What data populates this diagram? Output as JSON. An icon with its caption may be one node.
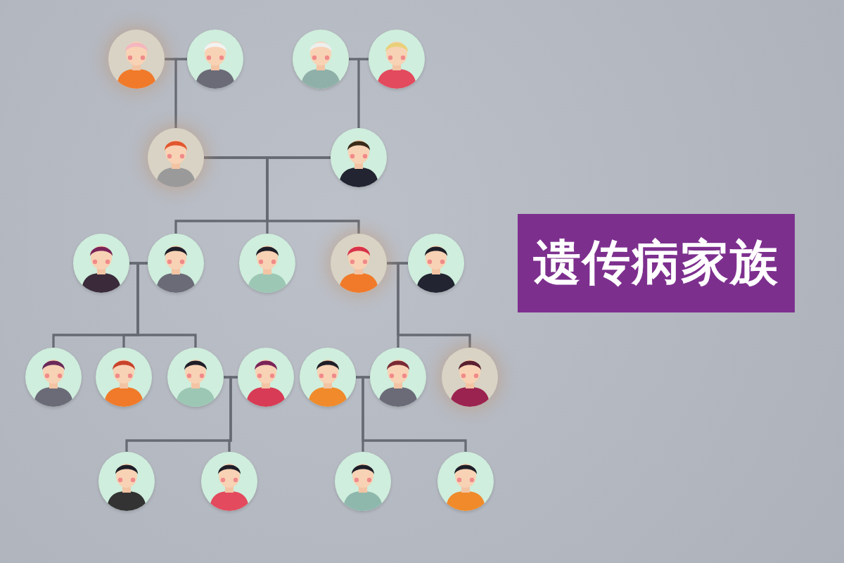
{
  "diagram": {
    "title": "遗传病家族",
    "nodes": [
      {
        "text": [],
        "shape": "person"
      },
      {
        "text": [],
        "shape": "person"
      },
      {
        "text": [],
        "shape": "person"
      },
      {
        "text": [],
        "shape": "person"
      },
      {
        "text": [],
        "shape": "person"
      },
      {
        "text": [],
        "shape": "person"
      },
      {
        "text": [],
        "shape": "person"
      },
      {
        "text": [],
        "shape": "person"
      },
      {
        "text": [],
        "shape": "person"
      },
      {
        "text": [],
        "shape": "person"
      },
      {
        "text": [],
        "shape": "person"
      },
      {
        "text": [],
        "shape": "person"
      },
      {
        "text": [],
        "shape": "person"
      },
      {
        "text": [],
        "shape": "person"
      },
      {
        "text": [],
        "shape": "person"
      },
      {
        "text": [],
        "shape": "person"
      },
      {
        "text": [],
        "shape": "person"
      },
      {
        "text": [],
        "shape": "person"
      },
      {
        "text": [],
        "shape": "person"
      },
      {
        "text": [],
        "shape": "person"
      },
      {
        "text": [],
        "shape": "person"
      },
      {
        "text": [],
        "shape": "person"
      }
    ],
    "edges": [
      {
        "from": 0,
        "to": 1,
        "arrow": "none"
      },
      {
        "from": 2,
        "to": 3,
        "arrow": "none"
      },
      {
        "from": 0,
        "to": 4,
        "arrow": "none"
      },
      {
        "from": 1,
        "to": 4,
        "arrow": "none"
      },
      {
        "from": 2,
        "to": 5,
        "arrow": "none"
      },
      {
        "from": 3,
        "to": 5,
        "arrow": "none"
      },
      {
        "from": 4,
        "to": 5,
        "arrow": "none"
      },
      {
        "from": 4,
        "to": 7,
        "arrow": "none"
      },
      {
        "from": 4,
        "to": 8,
        "arrow": "none"
      },
      {
        "from": 4,
        "to": 9,
        "arrow": "none"
      },
      {
        "from": 5,
        "to": 7,
        "arrow": "none"
      },
      {
        "from": 5,
        "to": 8,
        "arrow": "none"
      },
      {
        "from": 5,
        "to": 9,
        "arrow": "none"
      },
      {
        "from": 6,
        "to": 7,
        "arrow": "none"
      },
      {
        "from": 9,
        "to": 10,
        "arrow": "none"
      },
      {
        "from": 6,
        "to": 11,
        "arrow": "none"
      },
      {
        "from": 6,
        "to": 12,
        "arrow": "none"
      },
      {
        "from": 6,
        "to": 13,
        "arrow": "none"
      },
      {
        "from": 7,
        "to": 11,
        "arrow": "none"
      },
      {
        "from": 7,
        "to": 12,
        "arrow": "none"
      },
      {
        "from": 7,
        "to": 13,
        "arrow": "none"
      },
      {
        "from": 9,
        "to": 16,
        "arrow": "none"
      },
      {
        "from": 9,
        "to": 17,
        "arrow": "none"
      },
      {
        "from": 10,
        "to": 16,
        "arrow": "none"
      },
      {
        "from": 10,
        "to": 17,
        "arrow": "none"
      },
      {
        "from": 13,
        "to": 14,
        "arrow": "none"
      },
      {
        "from": 15,
        "to": 16,
        "arrow": "none"
      },
      {
        "from": 13,
        "to": 18,
        "arrow": "none"
      },
      {
        "from": 13,
        "to": 19,
        "arrow": "none"
      },
      {
        "from": 14,
        "to": 18,
        "arrow": "none"
      },
      {
        "from": 14,
        "to": 19,
        "arrow": "none"
      },
      {
        "from": 15,
        "to": 20,
        "arrow": "none"
      },
      {
        "from": 15,
        "to": 21,
        "arrow": "none"
      },
      {
        "from": 16,
        "to": 20,
        "arrow": "none"
      },
      {
        "from": 16,
        "to": 21,
        "arrow": "none"
      }
    ]
  }
}
